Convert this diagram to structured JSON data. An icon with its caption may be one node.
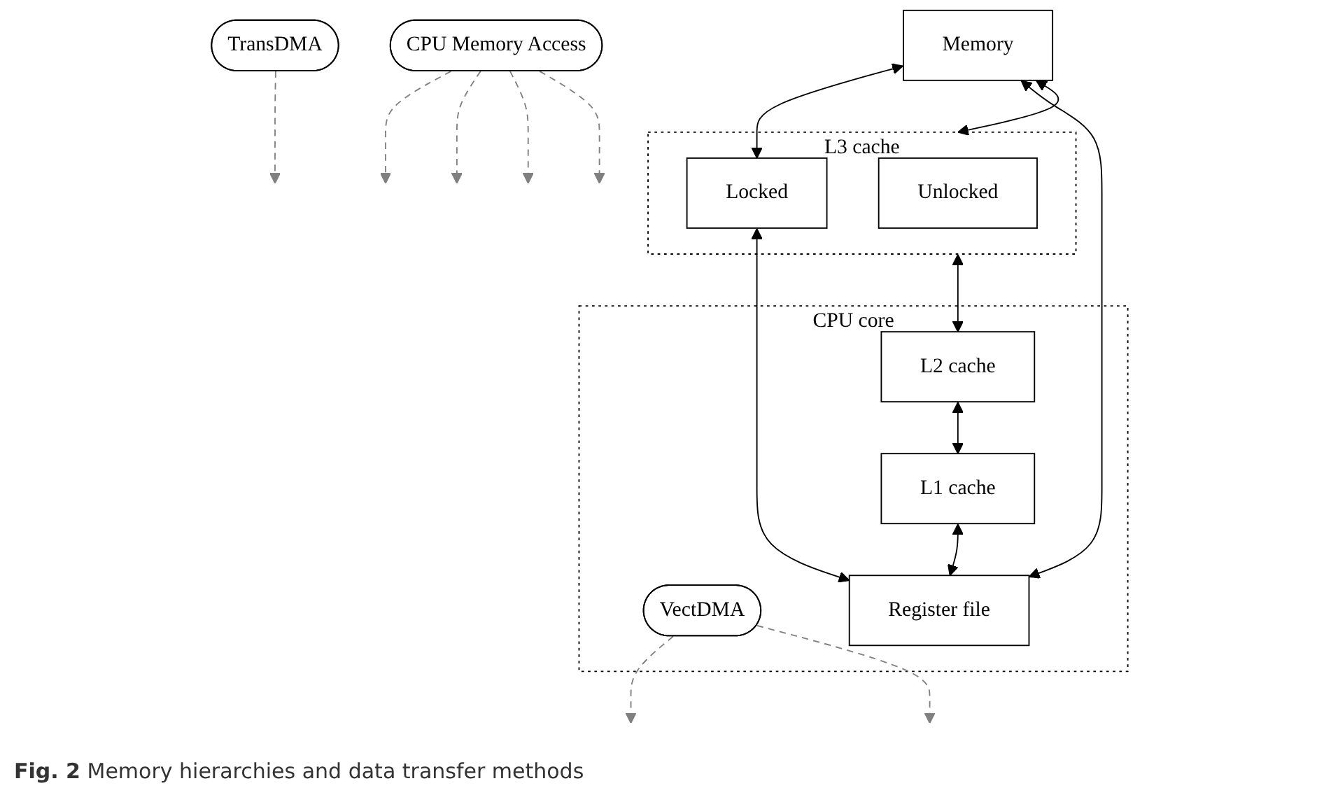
{
  "diagram": {
    "caption": "**Fig. 2** Memory hierarchies and data transfer methods",
    "nodes": [
      {
        "text": [
          "Memory"
        ]
      },
      {
        "text": [
          "L3 cache"
        ]
      },
      {
        "text": [
          "Unlocked"
        ],
        "in": 1
      },
      {
        "text": [
          "Locked"
        ],
        "in": 1
      },
      {
        "text": [
          "TransDMA"
        ]
      },
      {
        "text": [
          "CPU Memory Access"
        ]
      },
      {
        "text": [
          "CPU core"
        ]
      },
      {
        "text": [
          "L2 cache"
        ],
        "in": 6
      },
      {
        "text": [
          "L1 cache"
        ],
        "in": 6
      },
      {
        "text": [
          "VectDMA"
        ],
        "in": 6
      },
      {
        "text": [
          "Register file"
        ],
        "in": 6
      }
    ],
    "edges": [
      {
        "from": 0,
        "to": 1,
        "arrow": "both"
      },
      {
        "from": 0,
        "to": 3,
        "arrow": "both"
      },
      {
        "from": 0,
        "to": 10,
        "arrow": "both"
      },
      {
        "from": 1,
        "to": 7,
        "arrow": "both"
      },
      {
        "from": 7,
        "to": 8,
        "arrow": "both"
      },
      {
        "from": 8,
        "to": 10,
        "arrow": "both"
      },
      {
        "from": 3,
        "to": 10,
        "arrow": "both"
      },
      {
        "from": 4,
        "to": null,
        "arrow": "to",
        "style": "dashed",
        "color": "#808080"
      },
      {
        "from": 5,
        "to": null,
        "arrow": "to",
        "style": "dashed",
        "color": "#808080"
      },
      {
        "from": 5,
        "to": null,
        "arrow": "to",
        "style": "dashed",
        "color": "#808080"
      },
      {
        "from": 5,
        "to": null,
        "arrow": "to",
        "style": "dashed",
        "color": "#808080"
      },
      {
        "from": 5,
        "to": null,
        "arrow": "to",
        "style": "dashed",
        "color": "#808080"
      },
      {
        "from": 9,
        "to": null,
        "arrow": "to",
        "style": "dashed",
        "color": "#808080"
      },
      {
        "from": 9,
        "to": null,
        "arrow": "to",
        "style": "dashed",
        "color": "#808080"
      }
    ]
  }
}
